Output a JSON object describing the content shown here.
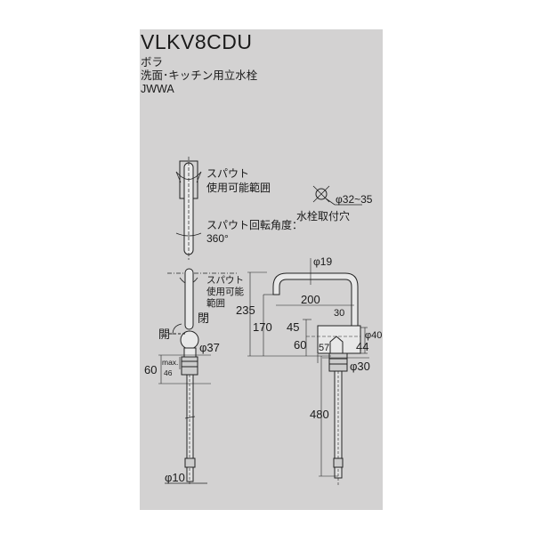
{
  "header": {
    "model": "VLKV8CDU",
    "brand": "ボラ",
    "product_type": "洗面･キッチン用立水栓",
    "certification": "JWWA"
  },
  "top_view": {
    "spout_range_line1": "スパウト",
    "spout_range_line2": "使用可能範囲",
    "rotation_line1": "スパウト回転角度：",
    "rotation_line2": "360°"
  },
  "mount_hole": {
    "diameter": "φ32~35",
    "label": "水栓取付穴"
  },
  "side_view": {
    "range_line1": "スパウト",
    "range_line2": "使用可能",
    "range_line3": "範囲",
    "close": "閉",
    "open": "開",
    "body_dia": "φ37",
    "dim_60": "60",
    "max_label": "max.",
    "max_value": "46",
    "hose_dia": "φ10"
  },
  "front_view": {
    "spout_dia": "φ19",
    "reach": "200",
    "total_height": "235",
    "spout_height": "170",
    "dim_45": "45",
    "dim_30": "30",
    "body_dia": "φ40",
    "dim_60": "60",
    "dim_57": "57",
    "dim_44": "44",
    "base_dia": "φ30",
    "hose_length": "480"
  }
}
